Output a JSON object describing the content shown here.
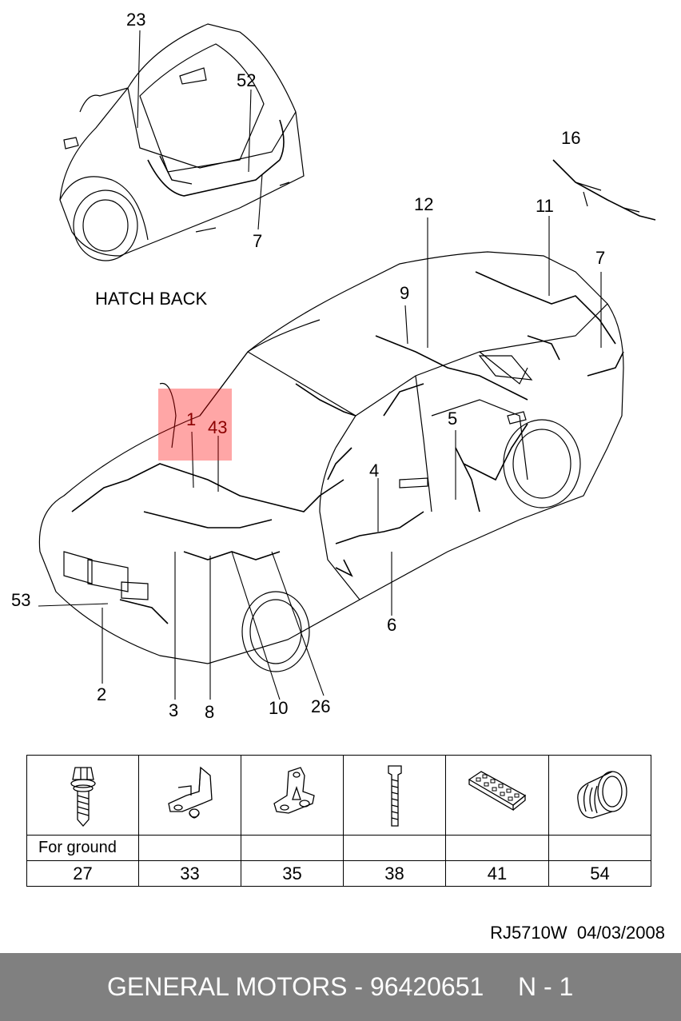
{
  "diagram": {
    "hatch_label": "HATCH BACK",
    "callouts": [
      {
        "id": "c23",
        "text": "23"
      },
      {
        "id": "c52",
        "text": "52"
      },
      {
        "id": "c7a",
        "text": "7"
      },
      {
        "id": "c16",
        "text": "16"
      },
      {
        "id": "c12",
        "text": "12"
      },
      {
        "id": "c11",
        "text": "11"
      },
      {
        "id": "c7b",
        "text": "7"
      },
      {
        "id": "c9",
        "text": "9"
      },
      {
        "id": "c1",
        "text": "1"
      },
      {
        "id": "c43",
        "text": "43"
      },
      {
        "id": "c5",
        "text": "5"
      },
      {
        "id": "c4",
        "text": "4"
      },
      {
        "id": "c53",
        "text": "53"
      },
      {
        "id": "c6",
        "text": "6"
      },
      {
        "id": "c2",
        "text": "2"
      },
      {
        "id": "c3",
        "text": "3"
      },
      {
        "id": "c8",
        "text": "8"
      },
      {
        "id": "c10",
        "text": "10"
      },
      {
        "id": "c26",
        "text": "26"
      }
    ],
    "highlight_color": "#ff0000"
  },
  "parts_table": {
    "note": "For ground",
    "parts": [
      {
        "number": "27",
        "icon": "ground-bolt-icon"
      },
      {
        "number": "33",
        "icon": "bent-bracket-icon"
      },
      {
        "number": "35",
        "icon": "flat-bracket-icon"
      },
      {
        "number": "38",
        "icon": "cable-tie-icon"
      },
      {
        "number": "41",
        "icon": "connector-block-icon"
      },
      {
        "number": "54",
        "icon": "grommet-icon"
      }
    ]
  },
  "reference": "RJ5710W  04/03/2008",
  "footer": {
    "title": "GENERAL MOTORS - 96420651",
    "page": "N - 1",
    "background": "#808080"
  }
}
